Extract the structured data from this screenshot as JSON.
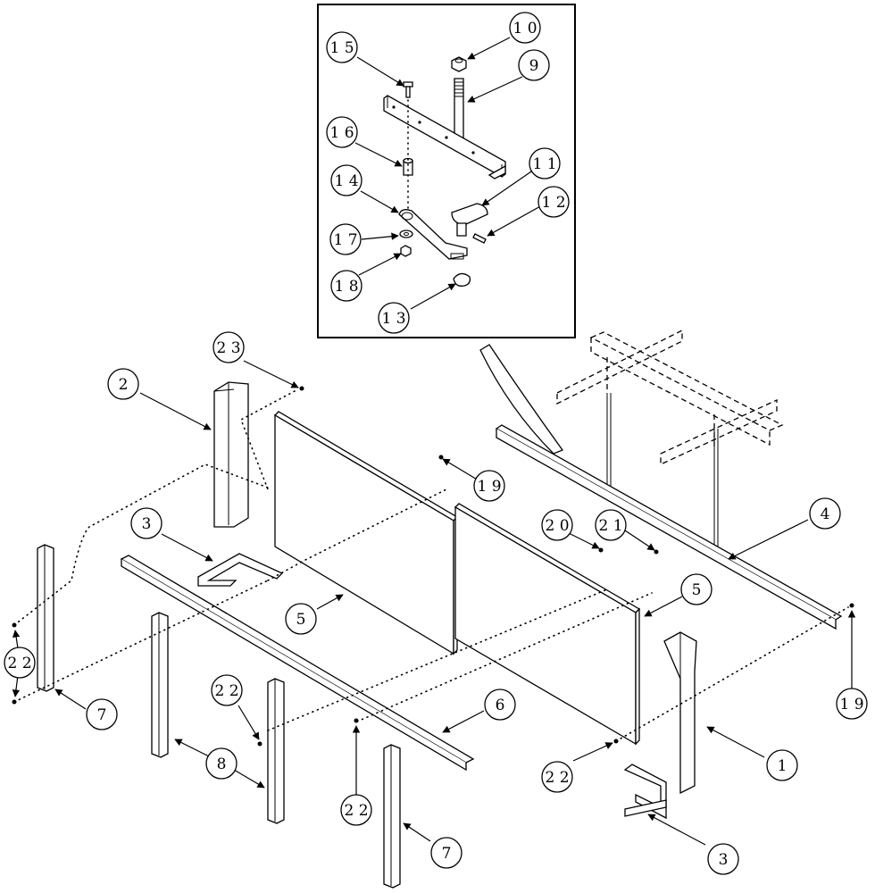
{
  "diagram": {
    "callouts": [
      {
        "id": "c10",
        "label": "1 0"
      },
      {
        "id": "c9",
        "label": "9"
      },
      {
        "id": "c15",
        "label": "1 5"
      },
      {
        "id": "c16",
        "label": "1 6"
      },
      {
        "id": "c11",
        "label": "1 1"
      },
      {
        "id": "c14",
        "label": "1 4"
      },
      {
        "id": "c12",
        "label": "1 2"
      },
      {
        "id": "c17",
        "label": "1 7"
      },
      {
        "id": "c18",
        "label": "1 8"
      },
      {
        "id": "c13",
        "label": "1 3"
      },
      {
        "id": "c23",
        "label": "2 3"
      },
      {
        "id": "c2",
        "label": "2"
      },
      {
        "id": "c19a",
        "label": "1 9"
      },
      {
        "id": "c3a",
        "label": "3"
      },
      {
        "id": "c20",
        "label": "2 0"
      },
      {
        "id": "c21",
        "label": "2 1"
      },
      {
        "id": "c4",
        "label": "4"
      },
      {
        "id": "c5a",
        "label": "5"
      },
      {
        "id": "c5b",
        "label": "5"
      },
      {
        "id": "c22a",
        "label": "2 2"
      },
      {
        "id": "c7a",
        "label": "7"
      },
      {
        "id": "c22b",
        "label": "2 2"
      },
      {
        "id": "c6",
        "label": "6"
      },
      {
        "id": "c19b",
        "label": "1 9"
      },
      {
        "id": "c8",
        "label": "8"
      },
      {
        "id": "c1",
        "label": "1"
      },
      {
        "id": "c22c",
        "label": "2 2"
      },
      {
        "id": "c22d",
        "label": "2 2"
      },
      {
        "id": "c3b",
        "label": "3"
      },
      {
        "id": "c7b",
        "label": "7"
      }
    ]
  }
}
